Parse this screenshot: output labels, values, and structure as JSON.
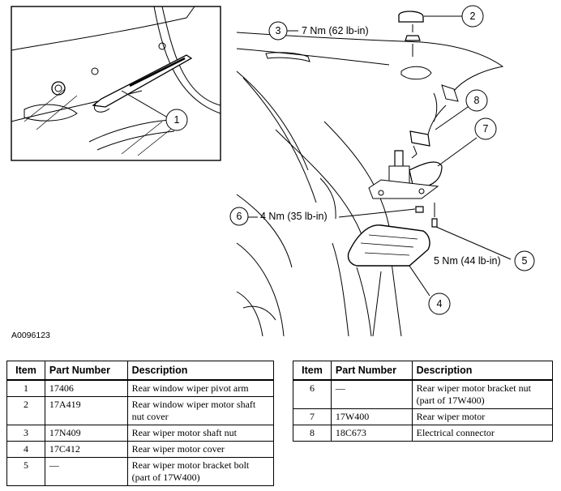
{
  "figure": {
    "id_label": "A0096123",
    "callouts": [
      {
        "num": "1",
        "text": ""
      },
      {
        "num": "2",
        "text": ""
      },
      {
        "num": "3",
        "text": "7 Nm (62 lb-in)"
      },
      {
        "num": "4",
        "text": ""
      },
      {
        "num": "5",
        "text": "5 Nm (44 lb-in)"
      },
      {
        "num": "6",
        "text": "4 Nm (35 lb-in)"
      },
      {
        "num": "7",
        "text": ""
      },
      {
        "num": "8",
        "text": ""
      }
    ]
  },
  "tables": {
    "headers": {
      "item": "Item",
      "part": "Part Number",
      "desc": "Description"
    },
    "left_rows": [
      {
        "item": "1",
        "part": "17406",
        "desc": "Rear window wiper pivot arm"
      },
      {
        "item": "2",
        "part": "17A419",
        "desc": "Rear window wiper motor shaft nut cover"
      },
      {
        "item": "3",
        "part": "17N409",
        "desc": "Rear wiper motor shaft nut"
      },
      {
        "item": "4",
        "part": "17C412",
        "desc": "Rear wiper motor cover"
      },
      {
        "item": "5",
        "part": "—",
        "desc": "Rear wiper motor bracket bolt (part of 17W400)"
      }
    ],
    "right_rows": [
      {
        "item": "6",
        "part": "—",
        "desc": "Rear wiper motor bracket nut (part of 17W400)"
      },
      {
        "item": "7",
        "part": "17W400",
        "desc": "Rear wiper motor"
      },
      {
        "item": "8",
        "part": "18C673",
        "desc": "Electrical connector"
      }
    ]
  }
}
